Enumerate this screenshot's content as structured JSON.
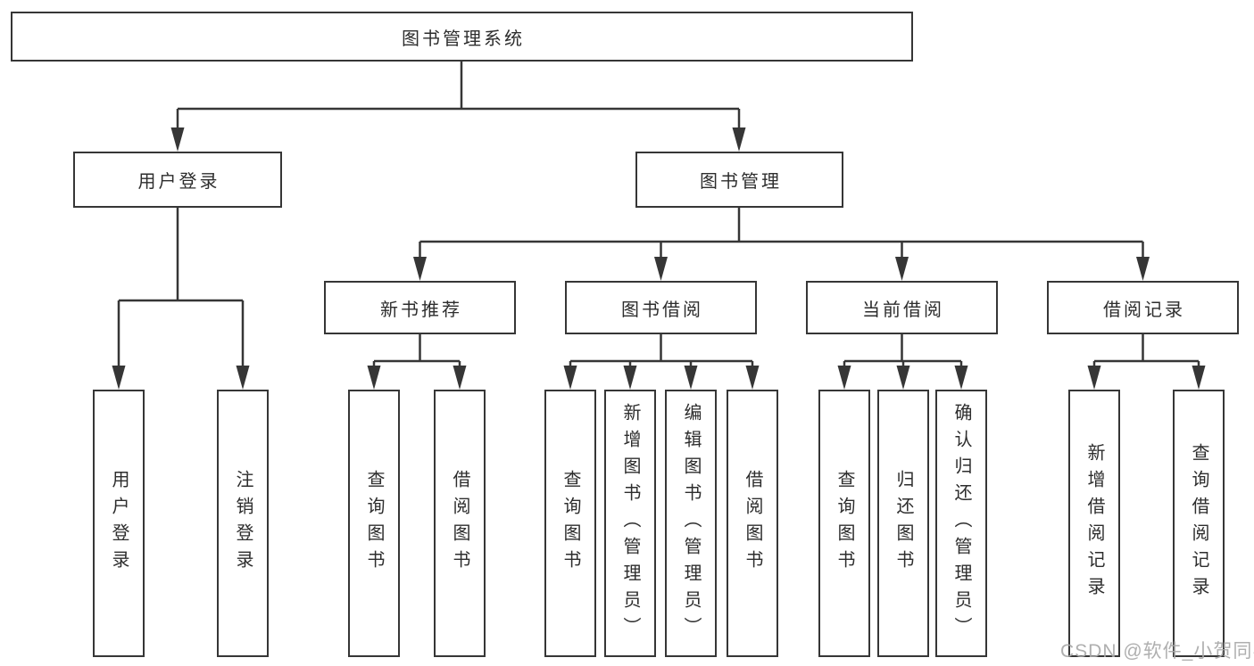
{
  "diagram": {
    "title": "图书管理系统",
    "root": {
      "label": "图书管理系统"
    },
    "branches": [
      {
        "label": "用户登录",
        "leaves": [
          "用户登录",
          "注销登录"
        ]
      },
      {
        "label": "图书管理",
        "groups": [
          {
            "label": "新书推荐",
            "leaves": [
              "查询图书",
              "借阅图书"
            ]
          },
          {
            "label": "图书借阅",
            "leaves": [
              "查询图书",
              "新增图书（管理员）",
              "编辑图书（管理员）",
              "借阅图书"
            ]
          },
          {
            "label": "当前借阅",
            "leaves": [
              "查询图书",
              "归还图书",
              "确认归还（管理员）"
            ]
          },
          {
            "label": "借阅记录",
            "leaves": [
              "新增借阅记录",
              "查询借阅记录"
            ]
          }
        ]
      }
    ]
  },
  "watermark": "CSDN @软件_小贺同学",
  "colors": {
    "line": "#363636",
    "box_border": "#363636",
    "text": "#2d2d2d",
    "background": "#ffffff",
    "watermark": "#a8a8a8"
  }
}
